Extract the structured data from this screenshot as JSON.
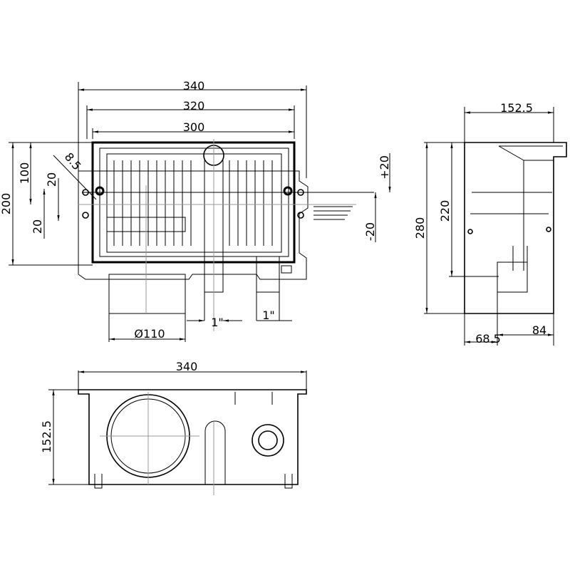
{
  "front_view": {
    "dims": {
      "overall_width": "340",
      "frame_width": "320",
      "grate_width": "300",
      "hole_dia": "8.5",
      "half_height": "100",
      "offset_up": "20",
      "overall_height": "200",
      "offset_down": "20",
      "adjust_plus": "+20",
      "adjust_minus": "-20",
      "outlet_dia": "Ø110",
      "thread_left": "1\"",
      "thread_right": "1\""
    }
  },
  "side_view": {
    "dims": {
      "depth": "152.5",
      "inner_height": "220",
      "overall_height": "280",
      "left_offset": "68.5",
      "right_offset": "84"
    }
  },
  "top_view": {
    "dims": {
      "overall_width": "340",
      "depth": "152.5"
    }
  }
}
